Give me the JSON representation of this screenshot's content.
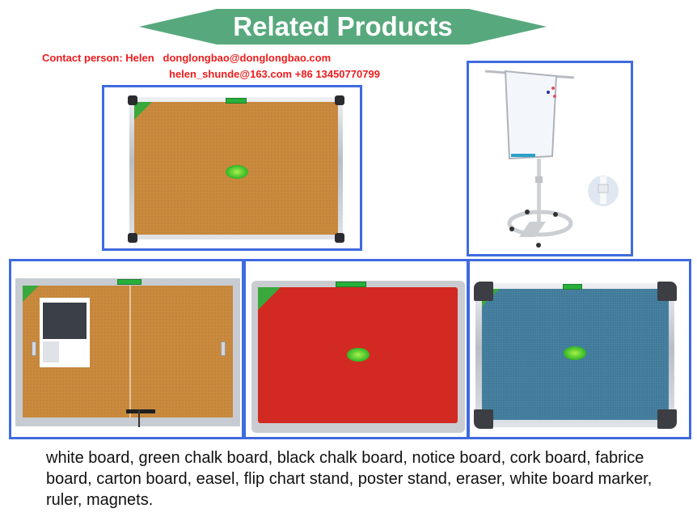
{
  "banner": {
    "title": "Related Products",
    "color": "#57a97d"
  },
  "contact": {
    "line1": "Contact person: Helen   donglongbao@donglongbao.com",
    "line2": "helen_shunde@163.com +86 13450770799",
    "color": "#ee1c1c"
  },
  "products": [
    {
      "name": "cork board",
      "surface_color": "#c98a3e"
    },
    {
      "name": "flip chart stand",
      "surface_color": "#f3f6fa"
    },
    {
      "name": "notice board with sliding glass doors",
      "surface_color": "#c98a3e"
    },
    {
      "name": "red fabric board",
      "surface_color": "#d22a22"
    },
    {
      "name": "blue fabric board",
      "surface_color": "#3f7a9a"
    }
  ],
  "frame_color": "#3f6ae0",
  "description": "white board, green chalk board, black chalk board, notice board, cork board, fabrice board, carton board, easel, flip chart stand, poster stand, eraser, white board marker, ruler, magnets."
}
